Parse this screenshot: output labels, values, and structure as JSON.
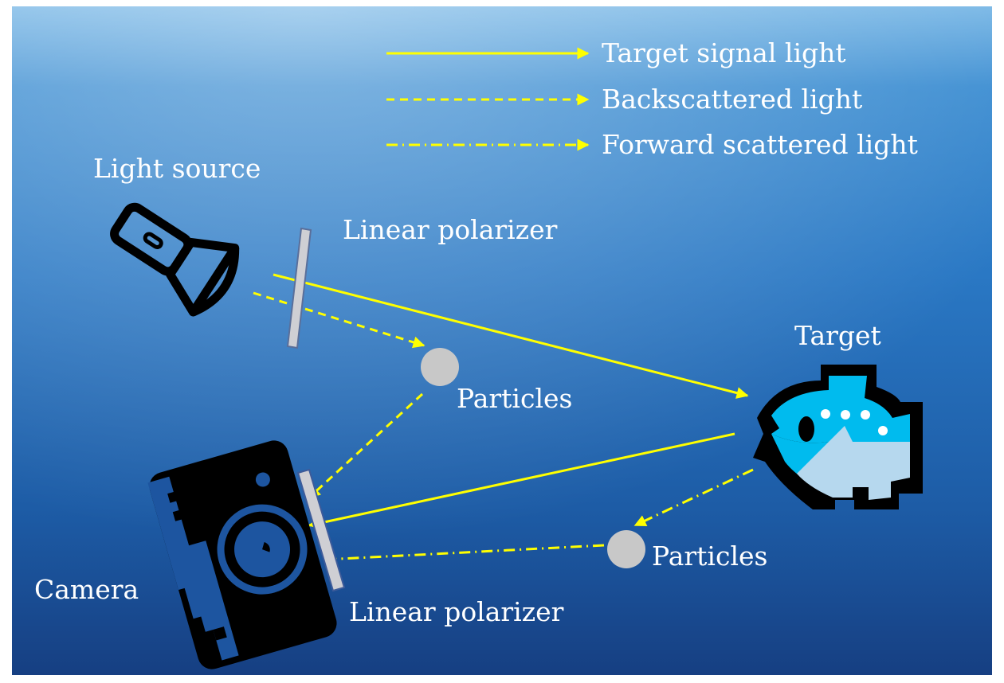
{
  "legend": {
    "solid": "Target signal light",
    "dashed": "Backscattered light",
    "dashdot": "Forward scattered light"
  },
  "labels": {
    "light_source": "Light source",
    "polarizer_top": "Linear polarizer",
    "target": "Target",
    "particles_top": "Particles",
    "particles_bottom": "Particles",
    "camera": "Camera",
    "polarizer_bottom": "Linear polarizer"
  },
  "colors": {
    "light": "#ffff00",
    "water_top": "#6aaee0",
    "water_bottom": "#163f82",
    "particle": "#c8c8c8",
    "fish_body": "#00bbee",
    "fish_belly": "#b6d8ee"
  }
}
